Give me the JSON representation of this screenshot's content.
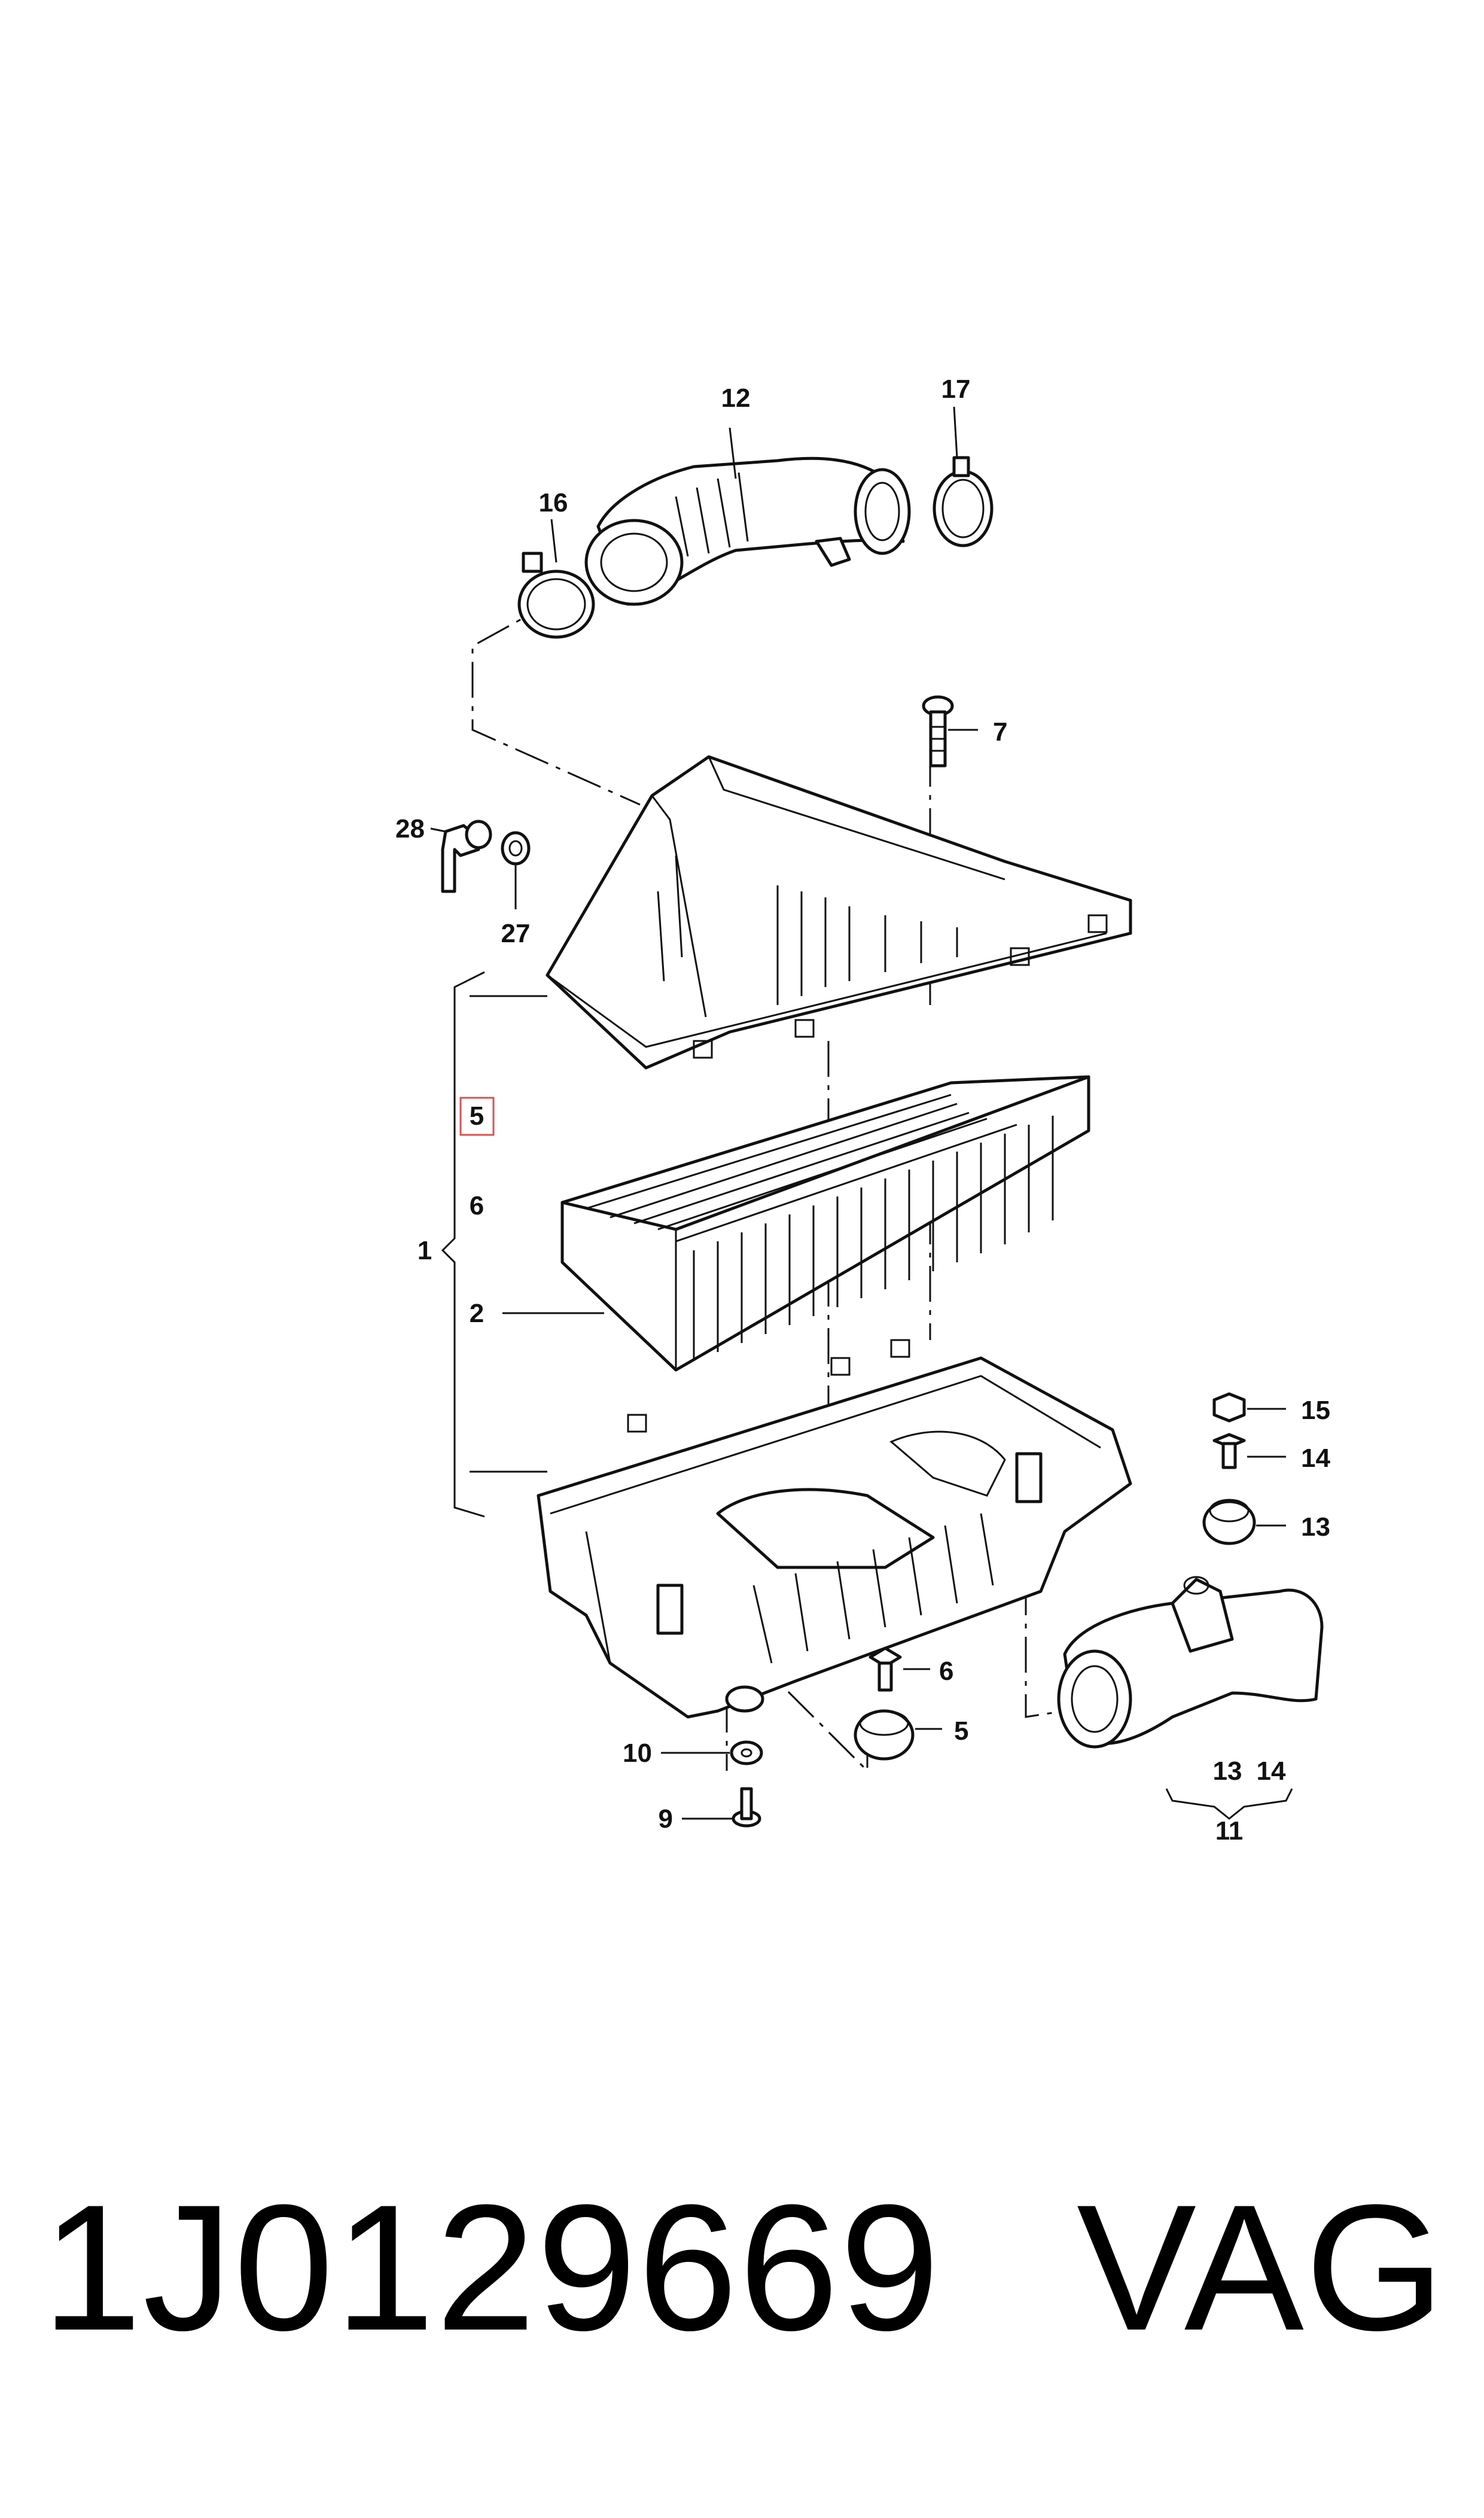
{
  "callouts": {
    "c1": "1",
    "c2": "2",
    "c5_boxed": "5",
    "c6": "6",
    "c7": "7",
    "c12": "12",
    "c16": "16",
    "c17": "17",
    "c27": "27",
    "c28": "28",
    "c15": "15",
    "c14": "14",
    "c13": "13",
    "c6b": "6",
    "c5b": "5",
    "c10": "10",
    "c9": "9",
    "c13b": "13",
    "c14b": "14",
    "c11": "11"
  },
  "footer": {
    "part_number": "1J0129669",
    "brand": "VAG"
  },
  "colors": {
    "line": "#111111",
    "highlight_box": "#d9534f"
  }
}
